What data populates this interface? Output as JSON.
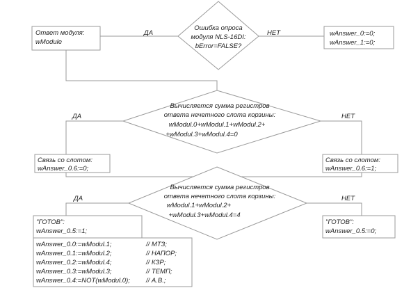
{
  "colors": {
    "stroke": "#9a9a9a",
    "text": "#222222",
    "background": "#ffffff"
  },
  "decision1": {
    "line1": "Ошибка опроса",
    "line2": "модуля NLS-16DI:",
    "line3": "bError=FALSE?",
    "yes": "ДА",
    "no": "НЕТ"
  },
  "box_module": {
    "line1": "Ответ модуля:",
    "line2": "wModule"
  },
  "box_answer0": {
    "line1": "wAnswer_0:=0;",
    "line2": "wAnswer_1:=0;"
  },
  "decision2": {
    "line1": "Вычисляется сумма регистров",
    "line2": "ответа нечетного слота корзины:",
    "line3": "wModul.0+wModul.1+wModul.2+",
    "line4": "+wModul.3+wModul.4=0",
    "yes": "ДА",
    "no": "НЕТ"
  },
  "box_slot_left": {
    "line1": "Связь со слотом:",
    "line2": "wAnswer_0.6:=0;"
  },
  "box_slot_right": {
    "line1": "Связь со слотом:",
    "line2": "wAnswer_0.6:=1;"
  },
  "decision3": {
    "line1": "Вычисляется сумма регистров",
    "line2": "ответа нечетного слота корзины:",
    "line3": "wModul.1+wModul.2+",
    "line4": "+wModul.3+wModul.4=4",
    "yes": "ДА",
    "no": "НЕТ"
  },
  "box_ready_left": {
    "line1": "\"ГОТОВ\":",
    "line2": "wAnswer_0.5:=1;"
  },
  "box_ready_right": {
    "line1": "\"ГОТОВ\":",
    "line2": "wAnswer_0.5:=0;"
  },
  "box_assign": {
    "rows": [
      {
        "code": "wAnswer_0.0:=wModul.1;",
        "comment": "// МТЗ;"
      },
      {
        "code": "wAnswer_0.1:=wModul.2;",
        "comment": "// НАПОР;"
      },
      {
        "code": "wAnswer_0.2:=wModul.4;",
        "comment": "// КЗР;"
      },
      {
        "code": "wAnswer_0.3:=wModul.3;",
        "comment": "// ТЕМП;"
      },
      {
        "code": "wAnswer_0.4:=NOT(wModul.0);",
        "comment": "// А.В.;"
      }
    ]
  }
}
